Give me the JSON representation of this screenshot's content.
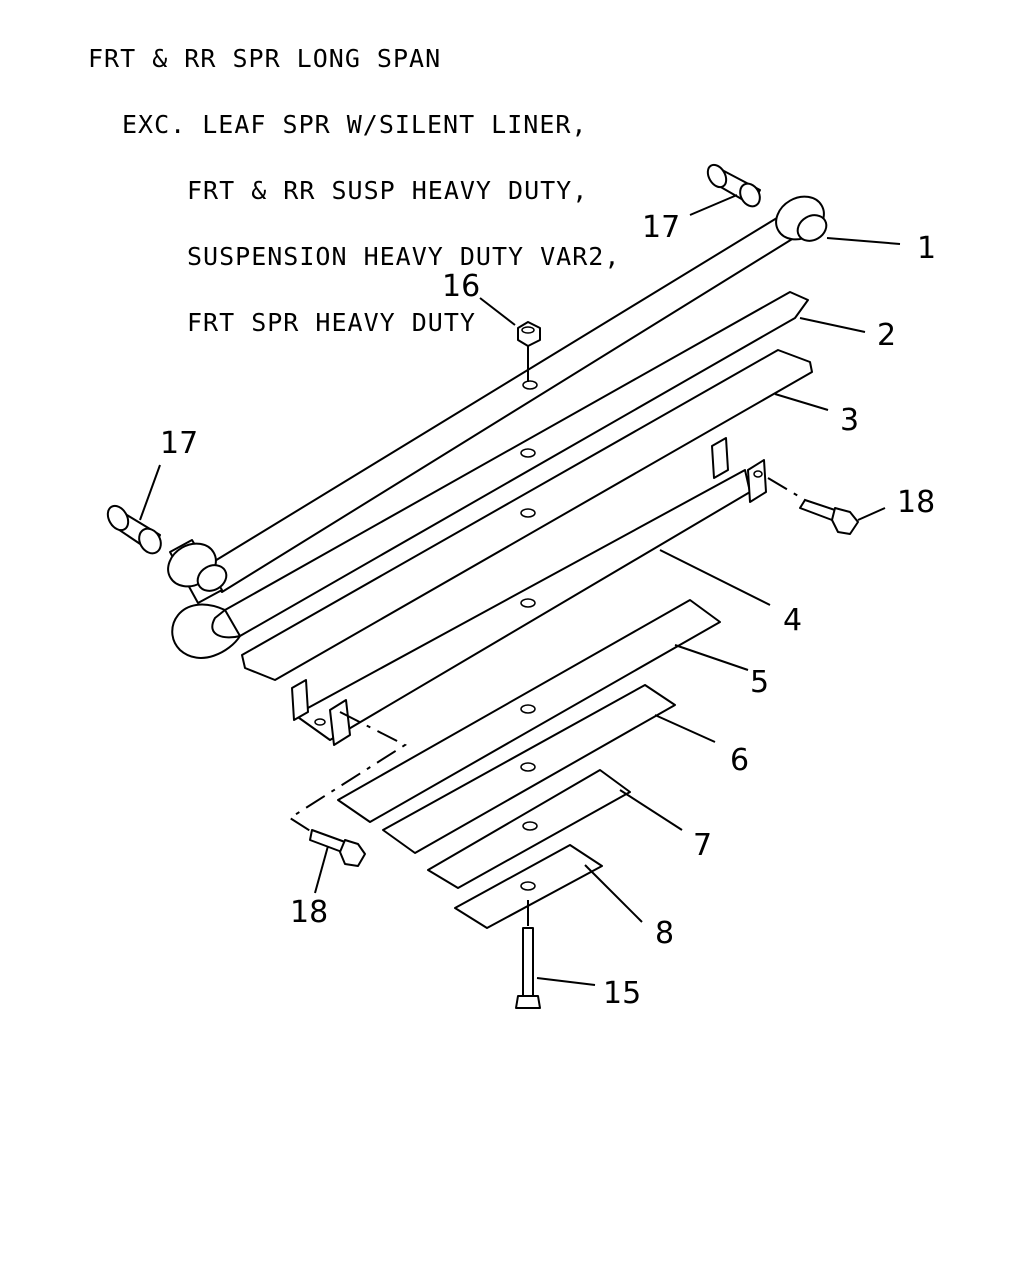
{
  "header": {
    "line1": "FRT & RR SPR LONG SPAN",
    "line2": "EXC. LEAF SPR W/SILENT LINER,",
    "line3": "FRT & RR SUSP HEAVY DUTY,",
    "line4": "SUSPENSION HEAVY DUTY VAR2,",
    "line5": "FRT SPR HEAVY DUTY"
  },
  "callouts": {
    "c1": "1",
    "c2": "2",
    "c3": "3",
    "c4": "4",
    "c5": "5",
    "c6": "6",
    "c7": "7",
    "c8": "8",
    "c15": "15",
    "c16": "16",
    "c17a": "17",
    "c17b": "17",
    "c18a": "18",
    "c18b": "18"
  }
}
